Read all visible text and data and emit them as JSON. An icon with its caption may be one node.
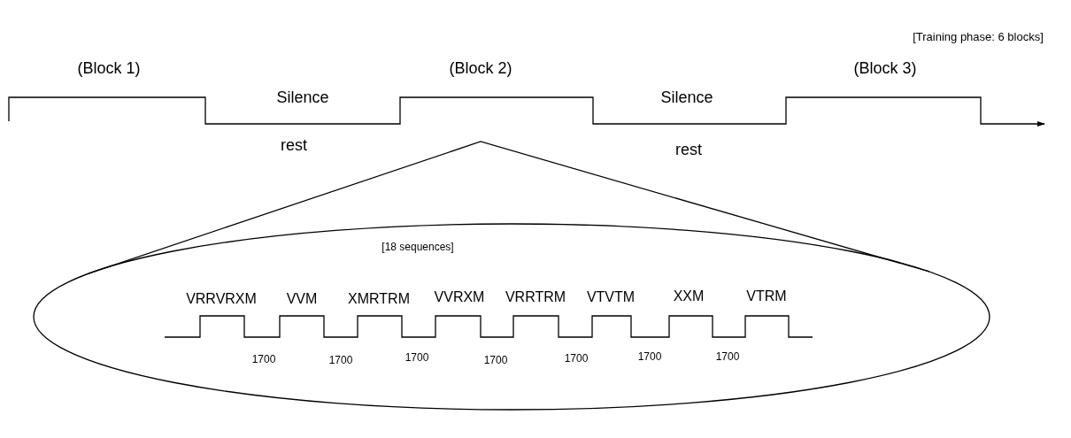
{
  "diagram": {
    "labels": [
      "[Training phase: 6 blocks]",
      "(Block 1)",
      "(Block 2)",
      "(Block 3)",
      "Silence",
      "Silence",
      "rest",
      "rest",
      "[18 sequences]",
      "VRRVRXM",
      "VVM",
      "XMRTRM",
      "VVRXM",
      "VRRTRM",
      "VTVTM",
      "XXM",
      "VTRM",
      "1700",
      "1700",
      "1700",
      "1700",
      "1700",
      "1700",
      "1700"
    ]
  }
}
